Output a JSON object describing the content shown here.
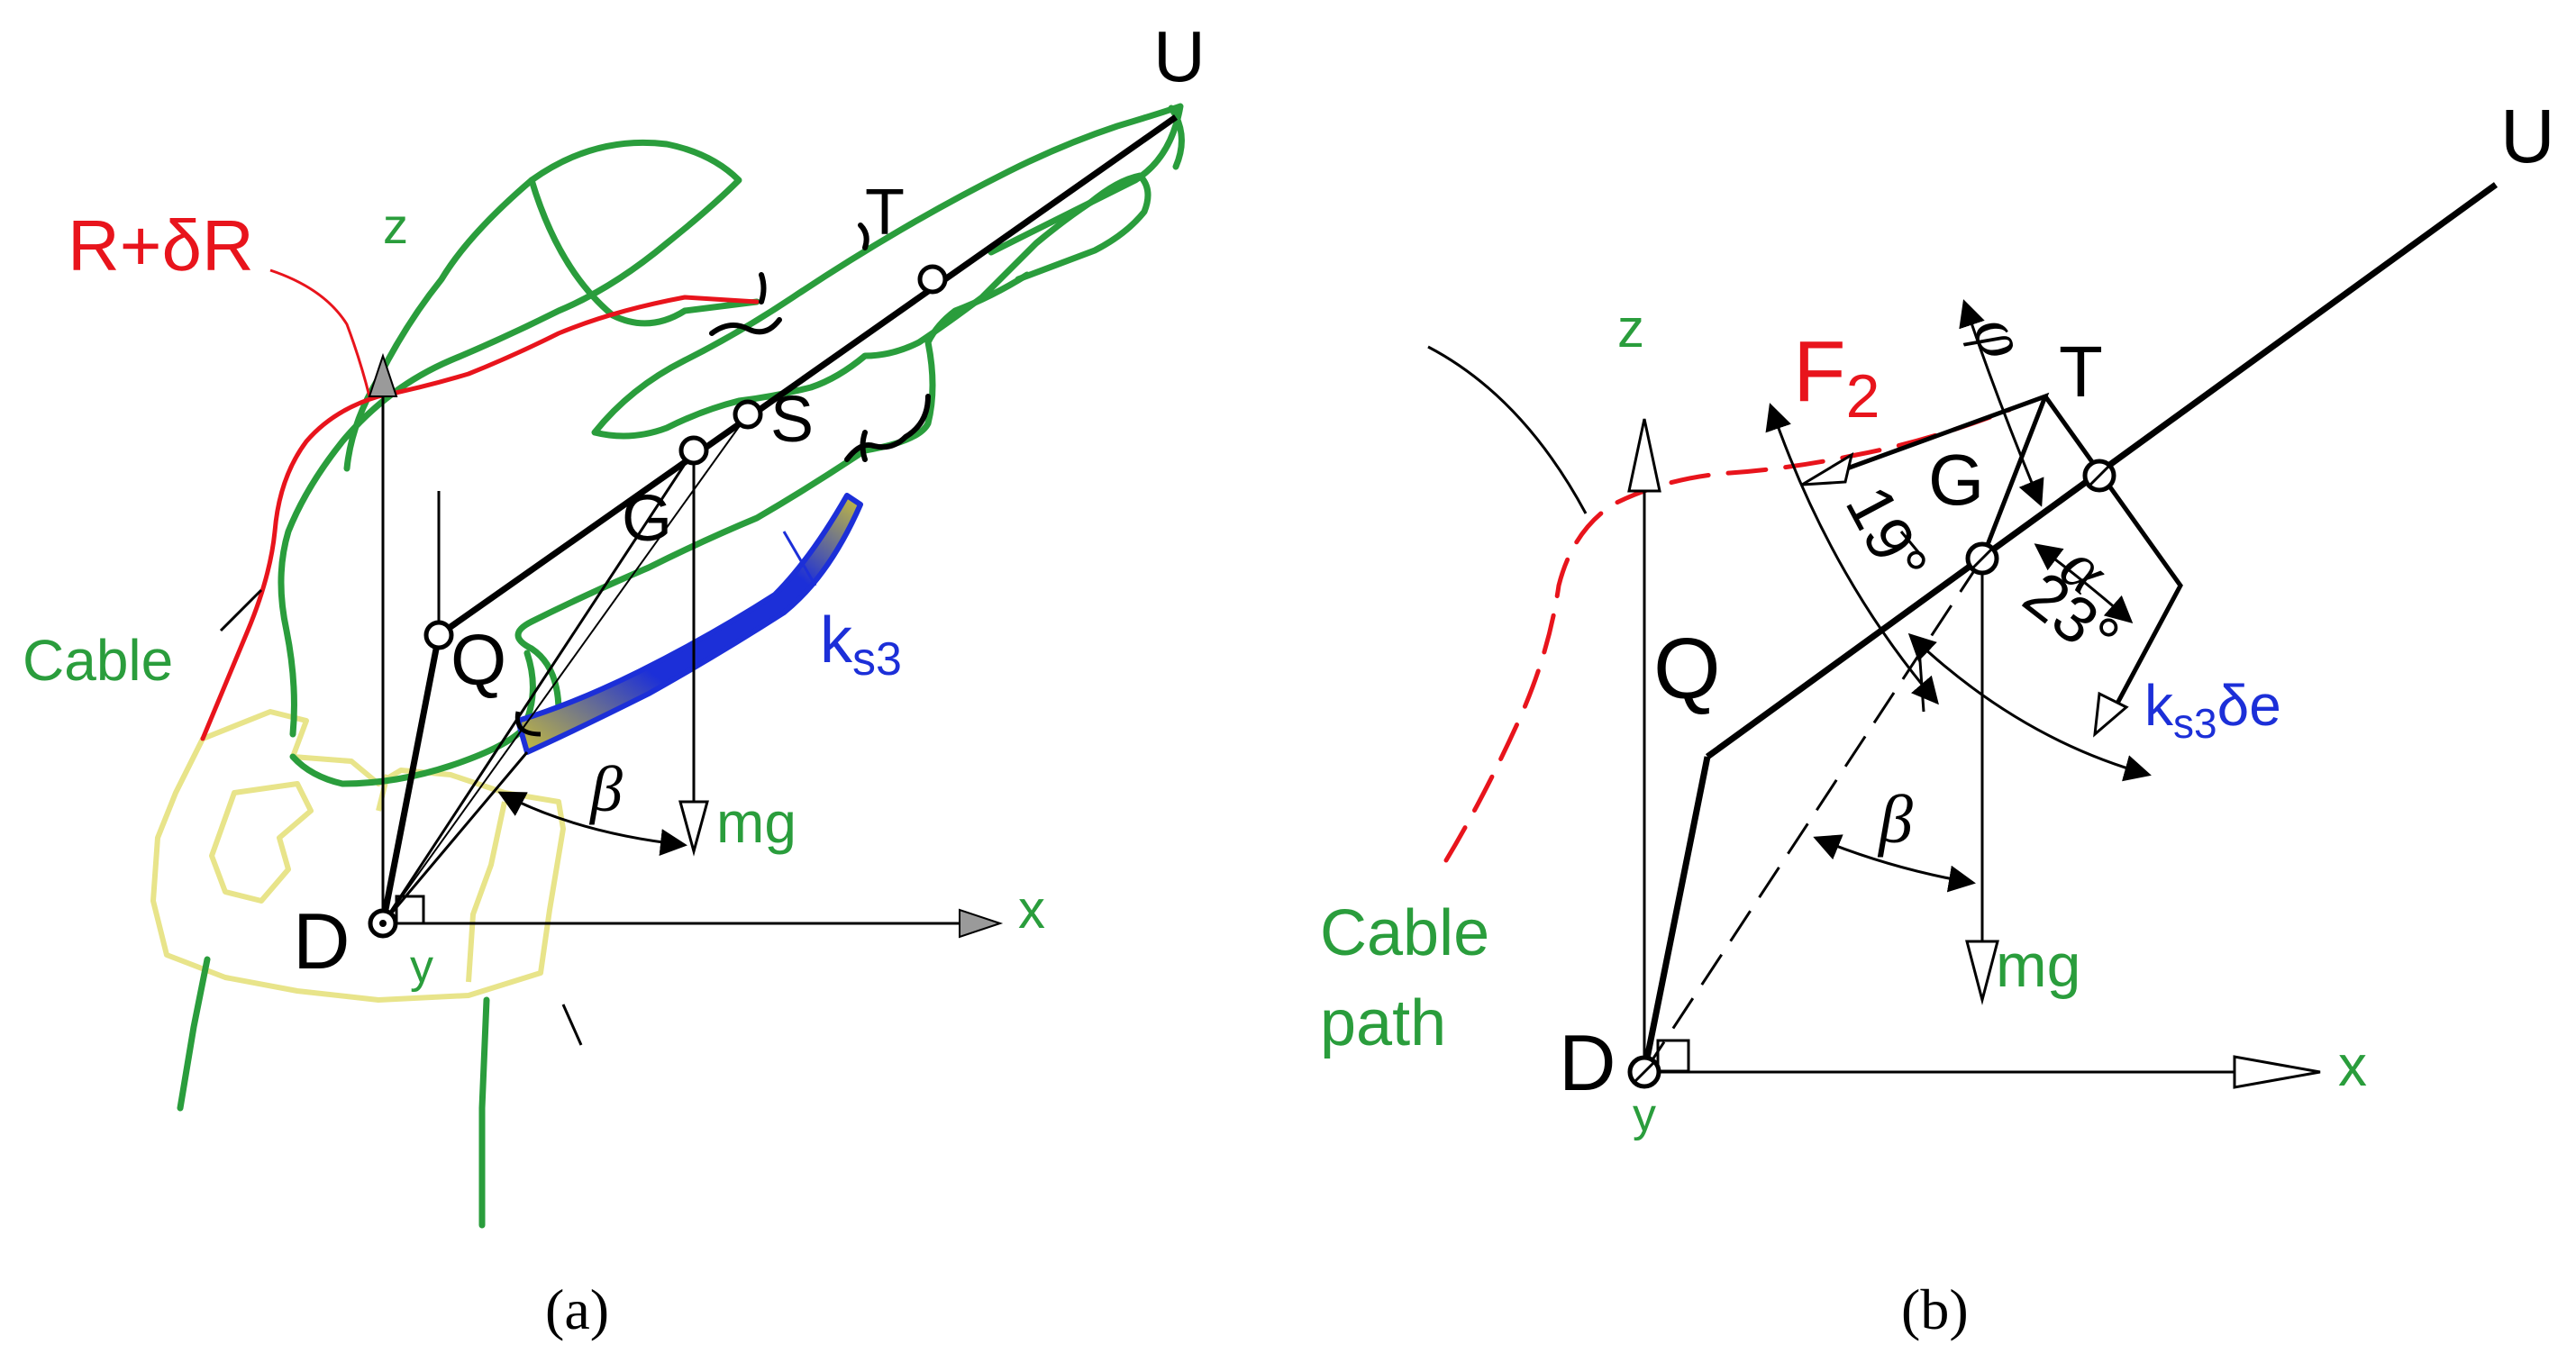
{
  "colors": {
    "ink": "#000000",
    "green": "#2a9d3c",
    "red": "#e8141c",
    "blue": "#1c2fd8",
    "spring_yellow": "#c9bf3a",
    "cuff_yellow": "#e8e48a",
    "axis_gray": "#9a9a9a"
  },
  "panel_a": {
    "caption": "(a)",
    "points": {
      "u": "U",
      "t": "T",
      "s": "S",
      "g": "G",
      "q": "Q",
      "d": "D"
    },
    "axes": {
      "z": "z",
      "x": "x",
      "y": "y"
    },
    "labels": {
      "r_delta_r": "R+δR",
      "cable": "Cable",
      "spring_main": "k",
      "spring_sub": "s3",
      "beta": "β",
      "weight": "mg"
    }
  },
  "panel_b": {
    "caption": "(b)",
    "points": {
      "u": "U",
      "t": "T",
      "g": "G",
      "q": "Q",
      "d": "D"
    },
    "axes": {
      "z": "z",
      "x": "x",
      "y": "y"
    },
    "labels": {
      "force_main": "F",
      "force_sub": "2",
      "angle_19": "19°",
      "angle_23": "23°",
      "alpha": "α",
      "phi": "φ",
      "beta": "β",
      "weight": "mg",
      "spring_main": "k",
      "spring_sub": "s3",
      "spring_tail": "δe",
      "cable_path_1": "Cable",
      "cable_path_2": "path"
    }
  }
}
